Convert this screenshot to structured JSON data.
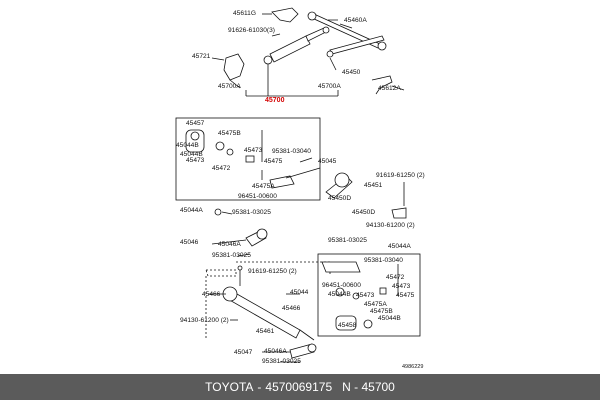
{
  "labels": {
    "p45611G": "45611G",
    "p45460A": "45460A",
    "p91626": "91626-61030(3)",
    "p45721": "45721",
    "p45450": "45450",
    "p45700A_l": "45700A",
    "p45700A_r": "45700A",
    "p45612A": "45612A",
    "p45700_main": "45700",
    "p45457": "45457",
    "p45475B_a": "45475B",
    "p45044B_a": "45044B",
    "p45044B_b": "45044B",
    "p45473_a": "45473",
    "p45473_b": "45473",
    "p95381_03040_a": "95381-03040",
    "p45475_a": "45475",
    "p45045": "45045",
    "p45472_a": "45472",
    "p45475A_a": "45475A",
    "p91619_a": "91619-61250 (2)",
    "p45451": "45451",
    "p96451_a": "96451-00600",
    "p45450D": "45450D",
    "p45044A_a": "45044A",
    "p95381_03025_a": "95381-03025",
    "p45450D_b": "45450D",
    "p94130_a": "94130-61200 (2)",
    "p45046_a": "45046",
    "p45046A_a": "45046A",
    "p95381_03025_b": "95381-03025",
    "p95381_03025_c": "95381-03025",
    "p45044A_b": "45044A",
    "p95381_03040_b": "95381-03040",
    "p91619_b": "91619-61250 (2)",
    "p45472_b": "45472",
    "p45466": "45466",
    "p45044": "45044",
    "p96451_b": "96451-00600",
    "p45044B_c": "45044B",
    "p45473_c": "45473",
    "p45473_d": "45473",
    "p45475_b": "45475",
    "p45475A_b": "45475A",
    "p45475B_b": "45475B",
    "p45044B_d": "45044B",
    "p94130_b": "94130-61200 (2)",
    "p45466_b": "45466",
    "p45461": "45461",
    "p45458": "45458",
    "p45047": "45047",
    "p45046A_b": "45046A",
    "p95381_03025_d": "95381-03025",
    "fig_code": "4986229"
  },
  "footer": {
    "brand": "TOYOTA",
    "dash1": "-",
    "part_number": "4570069175",
    "name": "N - 45700"
  },
  "colors": {
    "footer_bg": "#5b5b5b",
    "highlight_text": "#d40000",
    "line": "#111111"
  }
}
